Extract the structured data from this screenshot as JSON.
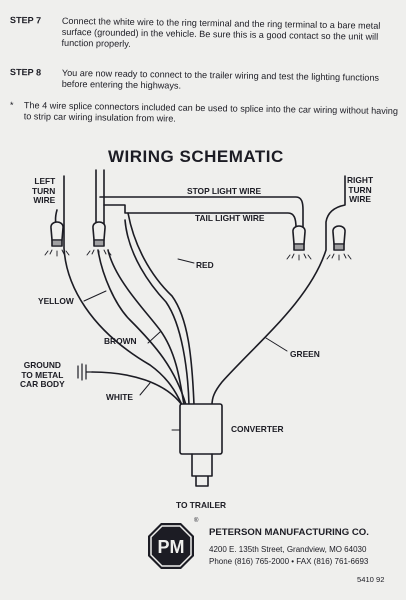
{
  "steps": [
    {
      "label": "STEP 7",
      "text": "Connect the white wire to the ring terminal and the ring terminal to a bare metal surface (grounded) in the vehicle. Be sure this is a good contact so the unit will function properly."
    },
    {
      "label": "STEP 8",
      "text": "You are now ready to connect to the trailer wiring and test the lighting functions before entering the highways."
    }
  ],
  "note": {
    "bullet": "*",
    "text": "The 4 wire splice connectors included can be used to splice into the car wiring without having to strip car wiring insulation from wire."
  },
  "schematic": {
    "title": "WIRING SCHEMATIC",
    "left_turn": [
      "LEFT",
      "TURN",
      "WIRE"
    ],
    "right_turn": [
      "RIGHT",
      "TURN",
      "WIRE"
    ],
    "stop_light": "STOP LIGHT WIRE",
    "tail_light": "TAIL LIGHT WIRE",
    "red": "RED",
    "yellow": "YELLOW",
    "brown": "BROWN",
    "green": "GREEN",
    "ground": [
      "GROUND",
      "TO METAL",
      "CAR BODY"
    ],
    "white": "WHITE",
    "converter": "CONVERTER",
    "to_trailer": "TO TRAILER"
  },
  "footer": {
    "logo_text": "PM",
    "registered": "®",
    "company": "PETERSON MANUFACTURING CO.",
    "address": "4200 E. 135th Street, Grandview, MO  64030",
    "phone": "Phone (816) 765-2000 • FAX (816) 761-6693",
    "part_number": "5410 92"
  },
  "colors": {
    "ink": "#1c1c24",
    "paper": "#efefed"
  }
}
